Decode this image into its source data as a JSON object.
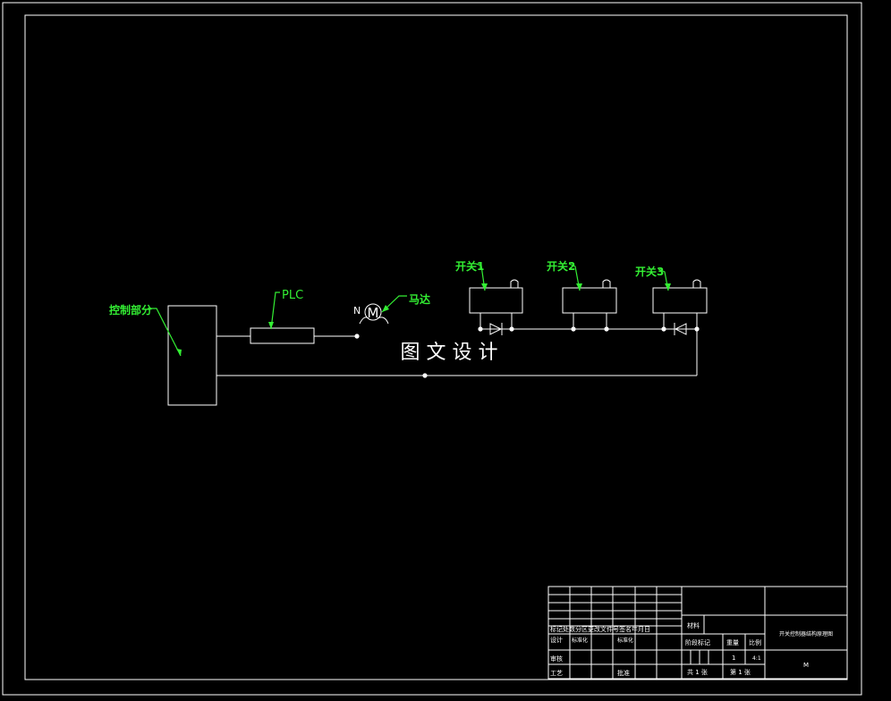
{
  "diagram": {
    "watermark": "图 文 设 计",
    "labels": {
      "control": "控制部分",
      "plc": "PLC",
      "motor_label": "马达",
      "motor_symbol": "M",
      "motor_n": "N",
      "switch1": "开关1",
      "switch2": "开关2",
      "switch3": "开关3"
    }
  },
  "title_block": {
    "row_labels": {
      "mark_header": "标记处数分区更改文件号签名年月日",
      "design": "设计",
      "standardize": "标准化",
      "review": "审核",
      "process": "工艺",
      "approve": "批准",
      "stage_mark": "阶段标记",
      "weight": "重量",
      "scale": "比例"
    },
    "header_cells": [
      "处数",
      "分区",
      "签名",
      "年月日"
    ],
    "material_label": "材料",
    "drawing_title": "开关控制器结构原理图",
    "weight_value": "1",
    "scale_value": "4:1",
    "sheets_total": "共 1 张",
    "sheet_number": "第 1 张",
    "drawing_code": "M"
  },
  "colors": {
    "background": "#000000",
    "line": "#ffffff",
    "annotation": "#33ee33"
  }
}
